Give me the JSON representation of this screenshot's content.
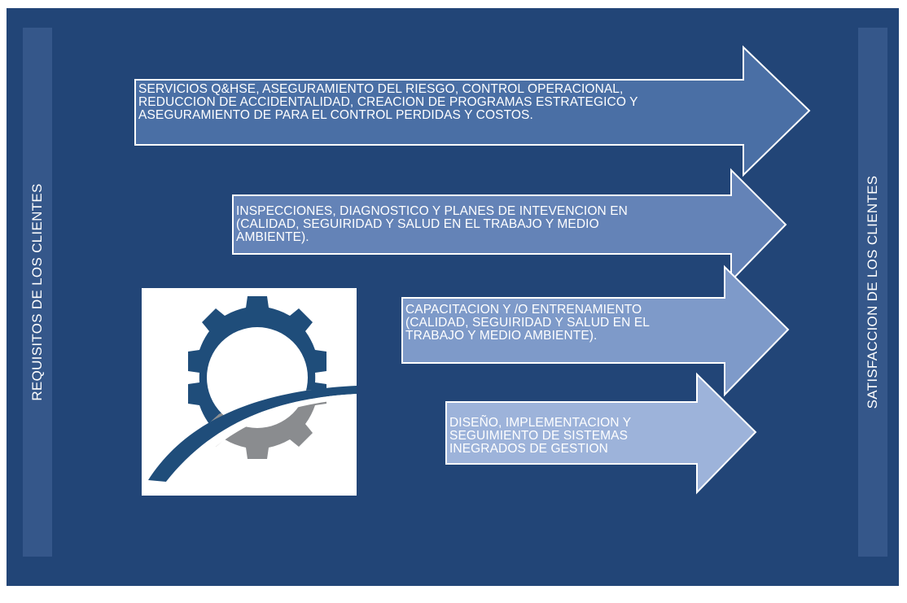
{
  "left_label": "REQUISITOS DE LOS CLIENTES",
  "right_label": "SATISFACCION DE LOS CLIENTES",
  "arrows": [
    {
      "text": "SERVICIOS Q&HSE, ASEGURAMIENTO DEL RIESGO, CONTROL OPERACIONAL,\nREDUCCION DE ACCIDENTALIDAD, CREACION DE PROGRAMAS ESTRATEGICO Y\nASEGURAMIENTO DE PARA EL CONTROL PERDIDAS Y COSTOS.",
      "fill": "#4a6fa5"
    },
    {
      "text": "INSPECCIONES, DIAGNOSTICO Y PLANES DE INTEVENCION EN\n(CALIDAD, SEGUIRIDAD Y SALUD EN EL TRABAJO Y MEDIO\nAMBIENTE).",
      "fill": "#6483b7"
    },
    {
      "text": "CAPACITACION Y /O ENTRENAMIENTO\n(CALIDAD, SEGUIRIDAD Y SALUD EN EL\nTRABAJO Y MEDIO AMBIENTE).",
      "fill": "#7e9ac9"
    },
    {
      "text": "DISEÑO, IMPLEMENTACION Y\nSEGUIMIENTO  DE  SISTEMAS\nINEGRADOS DE GESTION",
      "fill": "#9db3da"
    }
  ],
  "colors": {
    "background": "#224577",
    "side_bar": "#35578a",
    "gear_blue": "#1f4d7a",
    "gear_gray": "#8a8c8f"
  },
  "logo_icon": "gear-icon"
}
